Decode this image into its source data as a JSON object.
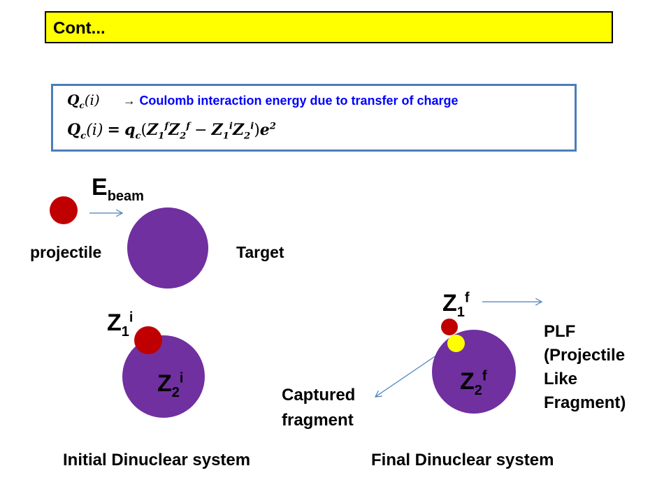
{
  "slide": {
    "title": "Cont...",
    "colors": {
      "title_bg": "#ffff00",
      "box_border": "#4a7ebb",
      "purple": "#7030a0",
      "red": "#c00000",
      "yellow": "#ffff00",
      "blue_text": "#0000ff",
      "arrow": "#4a7ebb"
    }
  },
  "formula": {
    "definition_text": "Coulomb interaction energy due to transfer of charge",
    "arrow_symbol": "→",
    "lhs": "Q",
    "lhs_sub": "c",
    "lhs_arg": "(i)",
    "eq_lhs": "Q",
    "eq_lhs_sub": "c",
    "eq_lhs_arg": "(i)",
    "equals": "=",
    "q": "q",
    "q_sub": "c",
    "open": "(",
    "z1f_base": "Z",
    "z1f_sub": "1",
    "z1f_sup": "f",
    "z2f_base": "Z",
    "z2f_sub": "2",
    "z2f_sup": "f",
    "minus": "−",
    "z1i_base": "Z",
    "z1i_sub": "1",
    "z1i_sup": "i",
    "z2i_base": "Z",
    "z2i_sub": "2",
    "z2i_sup": "i",
    "close": ")",
    "e": "e",
    "e_sup": "2"
  },
  "top_scene": {
    "beam_label": "E",
    "beam_sub": "beam",
    "projectile_label": "projectile",
    "target_label": "Target"
  },
  "initial_system": {
    "z1_base": "Z",
    "z1_sub": "1",
    "z1_sup": "i",
    "z2_base": "Z",
    "z2_sub": "2",
    "z2_sup": "i",
    "caption": "Initial Dinuclear system"
  },
  "final_system": {
    "z1_base": "Z",
    "z1_sub": "1",
    "z1_sup": "f",
    "z2_base": "Z",
    "z2_sub": "2",
    "z2_sup": "f",
    "captured_line1": "Captured",
    "captured_line2": "fragment",
    "plf_line1": "PLF",
    "plf_line2": "(Projectile",
    "plf_line3": "Like",
    "plf_line4": "Fragment)",
    "caption": "Final Dinuclear system"
  }
}
